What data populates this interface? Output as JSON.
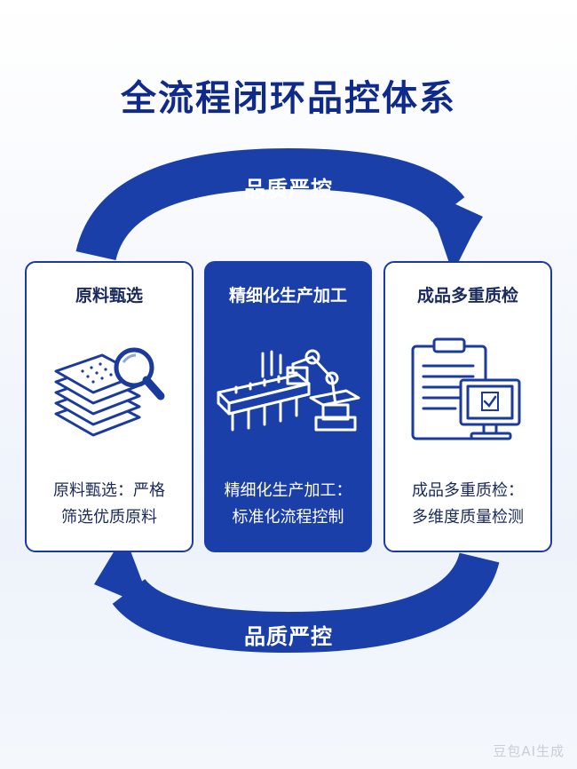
{
  "title": "全流程闭环品控体系",
  "top_arrow": {
    "label": "品质严控"
  },
  "bottom_arrow": {
    "label": "品质严控"
  },
  "cards": [
    {
      "title": "原料甄选",
      "icon": "documents-magnifier-icon",
      "desc_line1": "原料甄选：严格",
      "desc_line2": "筛选优质原料"
    },
    {
      "title": "精细化生产加工",
      "icon": "robot-arm-production-line-icon",
      "desc_line1": "精细化生产加工：",
      "desc_line2": "标准化流程控制"
    },
    {
      "title": "成品多重质检",
      "icon": "clipboard-monitor-icon",
      "desc_line1": "成品多重质检：",
      "desc_line2": "多维度质量检测"
    }
  ],
  "watermark": "豆包AI生成",
  "colors": {
    "primary_blue": "#1b3fa8",
    "title_navy": "#0f2a8a",
    "text_dark": "#1a2a5c",
    "background": "#ffffff"
  }
}
